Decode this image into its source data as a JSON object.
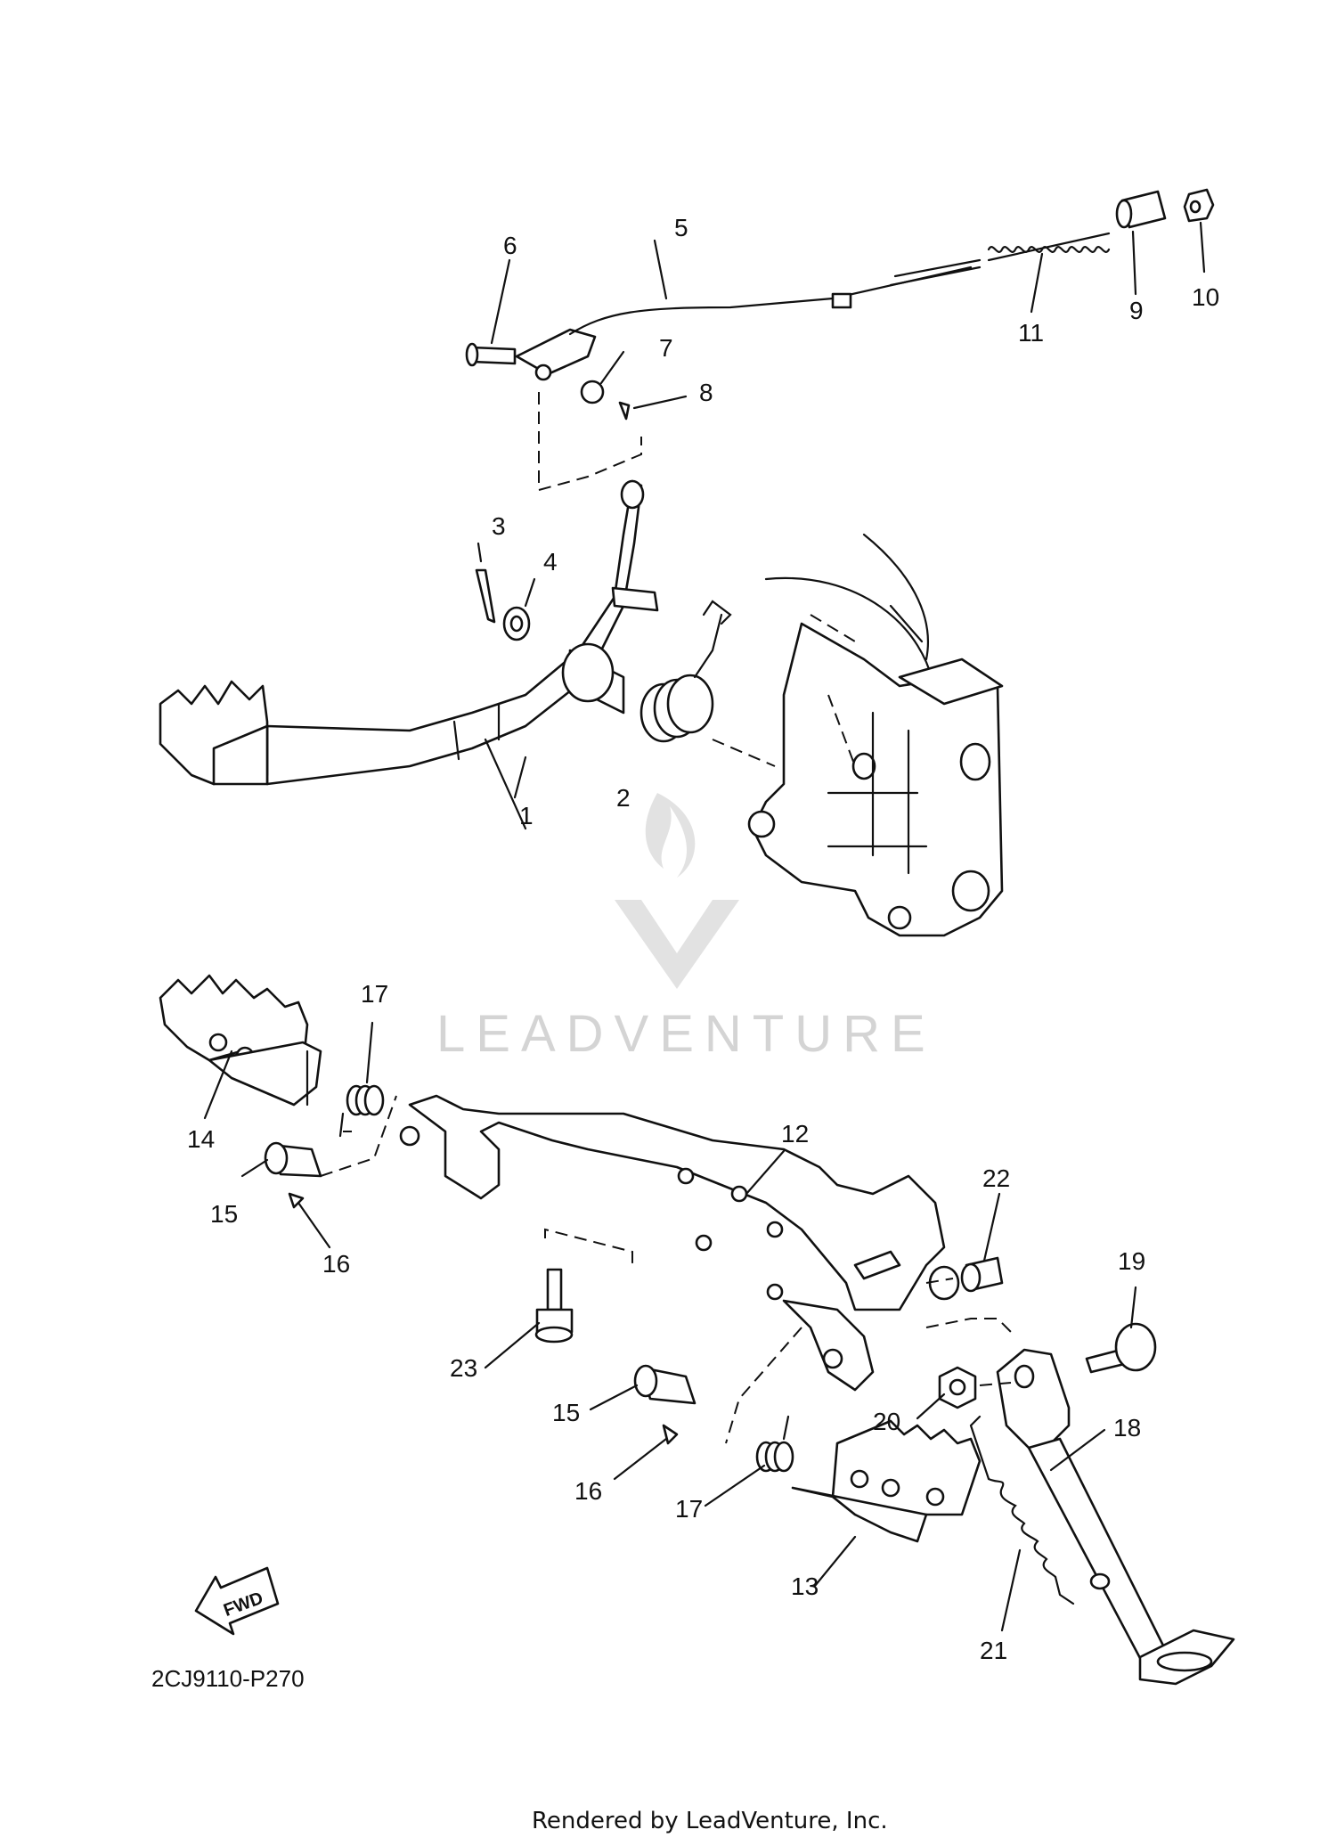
{
  "diagram_code": "2CJ9110-P270",
  "footer": "Rendered by LeadVenture, Inc.",
  "watermark": "LEADVENTURE",
  "fwd_label": "FWD",
  "callouts": {
    "c1": "1",
    "c2": "2",
    "c3": "3",
    "c4": "4",
    "c5": "5",
    "c6": "6",
    "c7": "7",
    "c8": "8",
    "c9": "9",
    "c10": "10",
    "c11": "11",
    "c12": "12",
    "c13": "13",
    "c14": "14",
    "c15a": "15",
    "c15b": "15",
    "c16a": "16",
    "c16b": "16",
    "c17a": "17",
    "c17b": "17",
    "c18": "18",
    "c19": "19",
    "c20": "20",
    "c21": "21",
    "c22": "22",
    "c23": "23"
  },
  "colors": {
    "line": "#111111",
    "watermark": "#d4d4d4",
    "background": "#ffffff"
  }
}
